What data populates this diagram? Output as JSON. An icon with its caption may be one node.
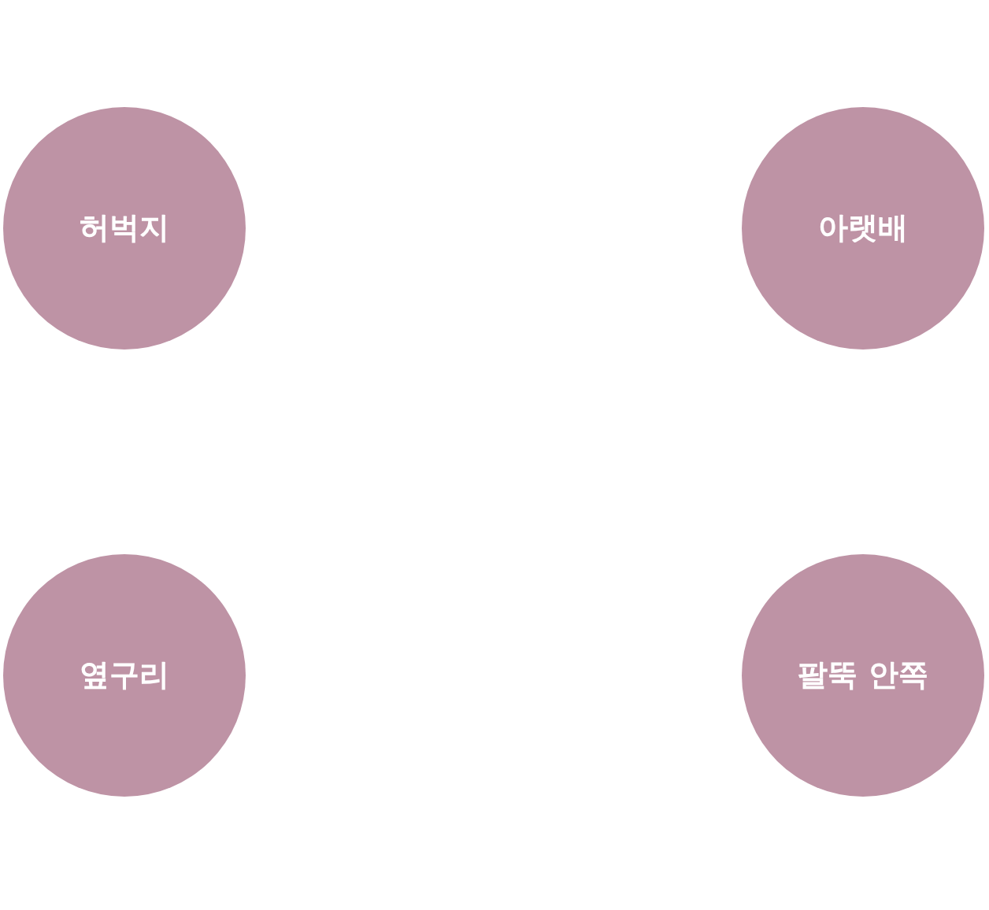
{
  "diagram": {
    "nodes": [
      {
        "text": [
          "허벅지"
        ]
      },
      {
        "text": [
          "아랫배"
        ]
      },
      {
        "text": [
          "옆구리"
        ]
      },
      {
        "text": [
          "팔뚝 안쪽"
        ]
      }
    ]
  }
}
